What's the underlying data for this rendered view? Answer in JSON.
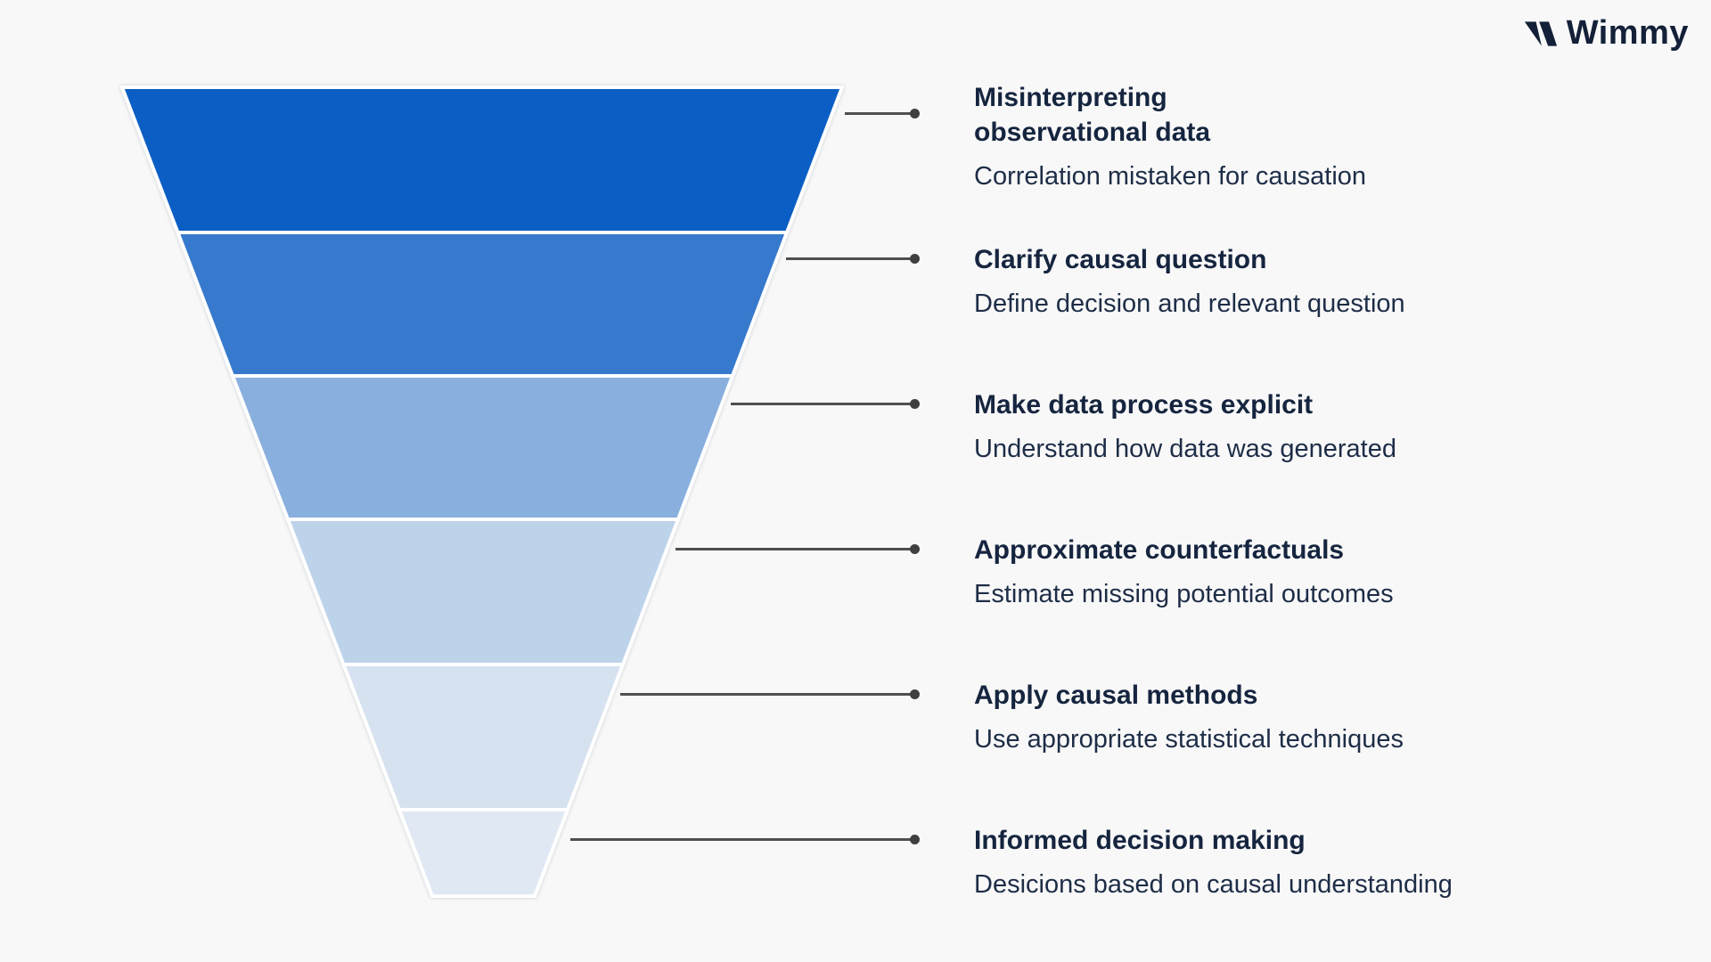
{
  "logo": {
    "text": "Wimmy",
    "icon": "wimmy-w-icon",
    "color": "#132038"
  },
  "diagram": {
    "type": "funnel",
    "background_color": "#f8f8f8",
    "title_text_color": "#16253f",
    "connector_color": "#4f4f4f",
    "stages": [
      {
        "title": "Misinterpreting observational data",
        "subtitle": "Correlation mistaken for causation",
        "color": "#0b5ec4"
      },
      {
        "title": "Clarify causal question",
        "subtitle": "Define decision and relevant question",
        "color": "#3779cd"
      },
      {
        "title": "Make data process explicit",
        "subtitle": "Understand how data was generated",
        "color": "#88afdd"
      },
      {
        "title": "Approximate counterfactuals",
        "subtitle": "Estimate missing potential outcomes",
        "color": "#bdd3ea"
      },
      {
        "title": "Apply causal methods",
        "subtitle": "Use appropriate statistical techniques",
        "color": "#d7e2f0"
      },
      {
        "title": "Informed decision making",
        "subtitle": "Desicions based on causal understanding",
        "color": "#dfe8f3"
      }
    ]
  }
}
